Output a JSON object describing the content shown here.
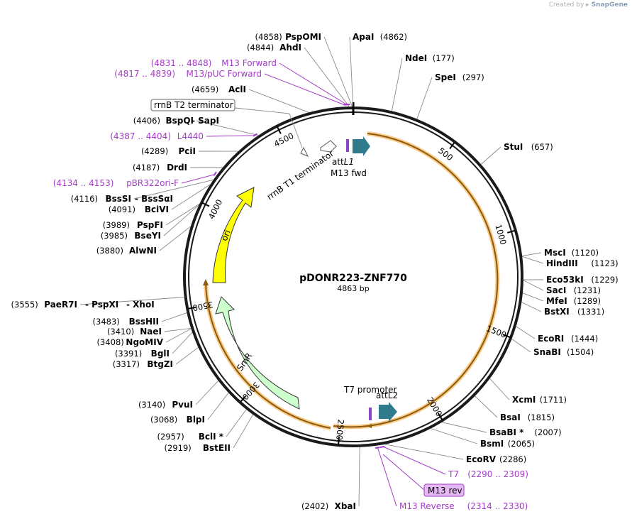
{
  "watermark": {
    "prefix": "Created by",
    "brand": "SnapGene"
  },
  "plasmid": {
    "name": "pDONR223-ZNF770",
    "length_label": "4863 bp",
    "length": 4863
  },
  "ticks": [
    "500",
    "1000",
    "1500",
    "2000",
    "2500",
    "3000",
    "3500",
    "4000",
    "4500"
  ],
  "enzymes": [
    {
      "id": "pspomi",
      "pos": "(4858)",
      "name": "PspOMI"
    },
    {
      "id": "apai",
      "pos": "(4862)",
      "name": "ApaI"
    },
    {
      "id": "ahdi",
      "pos": "(4844)",
      "name": "AhdI"
    },
    {
      "id": "ndei",
      "pos": "(177)",
      "name": "NdeI"
    },
    {
      "id": "spei",
      "pos": "(297)",
      "name": "SpeI"
    },
    {
      "id": "acli",
      "pos": "(4659)",
      "name": "AclI"
    },
    {
      "id": "bspqi",
      "pos": "(4406)",
      "name": "BspQI"
    },
    {
      "id": "sapi",
      "pos": "",
      "name": "- SapI"
    },
    {
      "id": "pcii",
      "pos": "(4289)",
      "name": "PciI"
    },
    {
      "id": "drdi",
      "pos": "(4187)",
      "name": "DrdI"
    },
    {
      "id": "stui",
      "pos": "(657)",
      "name": "StuI"
    },
    {
      "id": "bsssi",
      "pos": "(4116)",
      "name": "BssSI"
    },
    {
      "id": "bsssai",
      "pos": "",
      "name": "- BssSαI"
    },
    {
      "id": "bcivi",
      "pos": "(4091)",
      "name": "BciVI"
    },
    {
      "id": "pspfi",
      "pos": "(3989)",
      "name": "PspFI"
    },
    {
      "id": "bseyi",
      "pos": "(3985)",
      "name": "BseYI"
    },
    {
      "id": "alwni",
      "pos": "(3880)",
      "name": "AlwNI"
    },
    {
      "id": "msci",
      "pos": "(1120)",
      "name": "MscI"
    },
    {
      "id": "hindiii",
      "pos": "(1123)",
      "name": "HindIII"
    },
    {
      "id": "eco53ki",
      "pos": "(1229)",
      "name": "Eco53kI"
    },
    {
      "id": "saci",
      "pos": "(1231)",
      "name": "SacI"
    },
    {
      "id": "mfei",
      "pos": "(1289)",
      "name": "MfeI"
    },
    {
      "id": "bstxi",
      "pos": "(1331)",
      "name": "BstXI"
    },
    {
      "id": "paer7i",
      "pos": "(3555)",
      "name": "PaeR7I"
    },
    {
      "id": "pspxi",
      "pos": "",
      "name": "- PspXI"
    },
    {
      "id": "xhoi",
      "pos": "",
      "name": "- XhoI"
    },
    {
      "id": "bsshii",
      "pos": "(3483)",
      "name": "BssHII"
    },
    {
      "id": "naei",
      "pos": "(3410)",
      "name": "NaeI"
    },
    {
      "id": "ngomiv",
      "pos": "(3408)",
      "name": "NgoMIV"
    },
    {
      "id": "bgli",
      "pos": "(3391)",
      "name": "BglI"
    },
    {
      "id": "btgzi",
      "pos": "(3317)",
      "name": "BtgZI"
    },
    {
      "id": "ecori",
      "pos": "(1444)",
      "name": "EcoRI"
    },
    {
      "id": "snabi",
      "pos": "(1504)",
      "name": "SnaBI"
    },
    {
      "id": "xcmi",
      "pos": "(1711)",
      "name": "XcmI"
    },
    {
      "id": "bsai",
      "pos": "(1815)",
      "name": "BsaI"
    },
    {
      "id": "bsabi",
      "pos": "(2007)",
      "name": "BsaBI *"
    },
    {
      "id": "bsmi",
      "pos": "(2065)",
      "name": "BsmI"
    },
    {
      "id": "ecorv",
      "pos": "(2286)",
      "name": "EcoRV"
    },
    {
      "id": "pvui",
      "pos": "(3140)",
      "name": "PvuI"
    },
    {
      "id": "blpi",
      "pos": "(3068)",
      "name": "BlpI"
    },
    {
      "id": "bcli",
      "pos": "(2957)",
      "name": "BclI *"
    },
    {
      "id": "bsteii",
      "pos": "(2919)",
      "name": "BstEII"
    },
    {
      "id": "xbai",
      "pos": "(2402)",
      "name": "XbaI"
    }
  ],
  "primers": [
    {
      "id": "m13-forward",
      "range": "(4831 .. 4848)",
      "name": "M13 Forward"
    },
    {
      "id": "m13-puc-forward",
      "range": "(4817 .. 4839)",
      "name": "M13/pUC Forward"
    },
    {
      "id": "l4440",
      "range": "(4387 .. 4404)",
      "name": "L4440"
    },
    {
      "id": "pbr322ori-f",
      "range": "(4134 .. 4153)",
      "name": "pBR322ori-F"
    },
    {
      "id": "t7",
      "range": "(2290 .. 2309)",
      "name": "T7"
    },
    {
      "id": "m13-reverse",
      "range": "(2314 .. 2330)",
      "name": "M13 Reverse"
    },
    {
      "id": "m13-rev",
      "range": "",
      "name": "M13 rev"
    }
  ],
  "features": {
    "rrnb_t2": "rrnB T2 terminator",
    "rrnb_t1": "rrnB T1 terminator",
    "attl1_prefix": "att",
    "attl1_suffix": "L1",
    "m13fwd": "M13 fwd",
    "t7_promoter": "T7 promoter",
    "attl2": "attL2",
    "ori": "ori",
    "smr": "SmR"
  },
  "colors": {
    "backbone": "#1a1a1a",
    "insert": "#f4a020",
    "ori": "#ffff00",
    "smr": "#ccffcc",
    "att": "#2f7b8c",
    "primer": "#a43ac8",
    "m13rev_fill": "#e6b8f5"
  }
}
